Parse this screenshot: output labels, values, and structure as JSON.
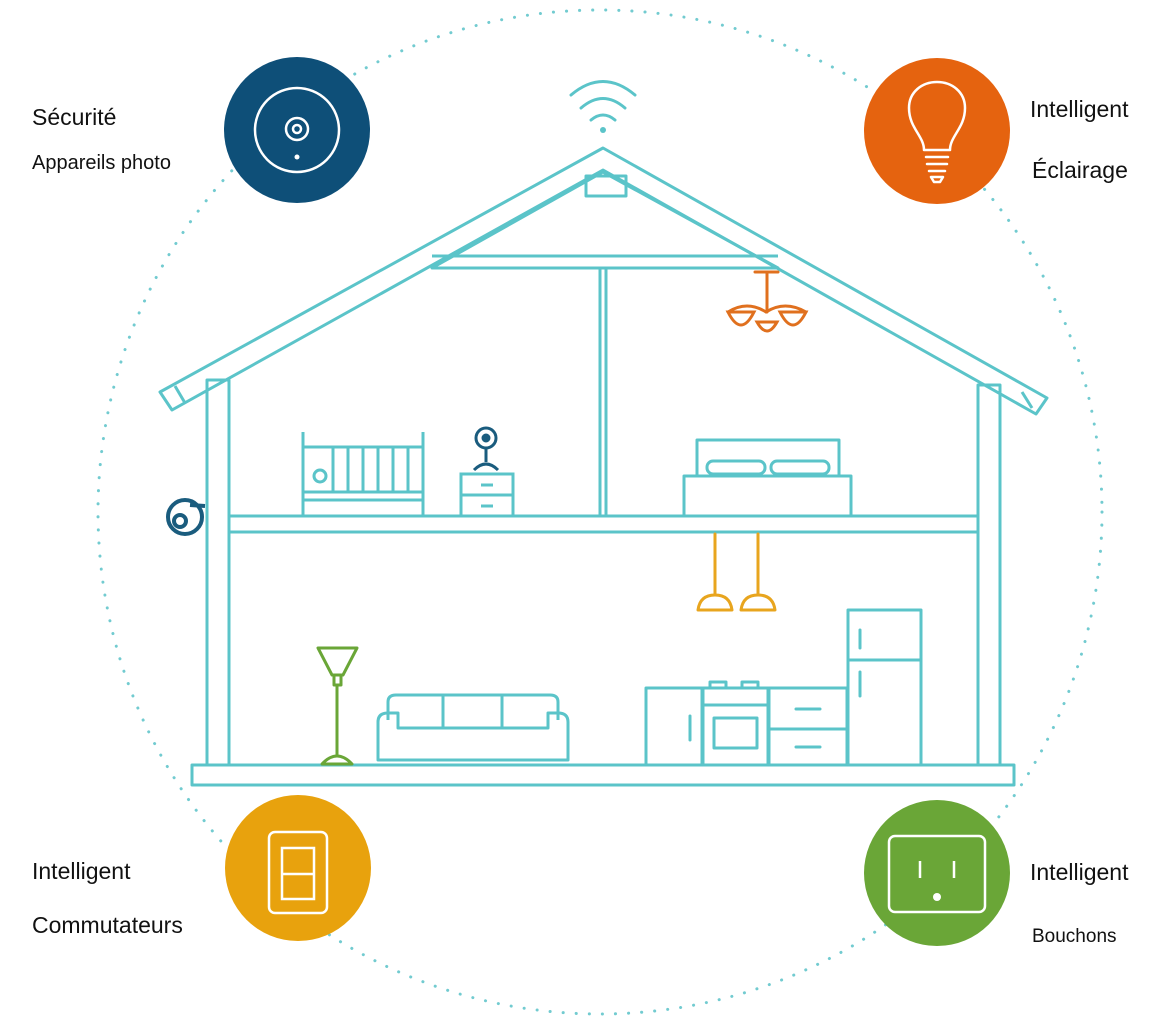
{
  "colors": {
    "outline": "#5bc4c9",
    "dots": "#72cbd0",
    "security": "#0e4f78",
    "lighting": "#e5630f",
    "switches": "#e8a20d",
    "plugs": "#6aa637",
    "chandelier": "#e0701e",
    "pendants": "#e8a51e",
    "lamp": "#6aa637",
    "wall_camera": "#1a5c7e",
    "baby_camera": "#1a5c7e"
  },
  "icons": {
    "security": "camera-icon",
    "lighting": "light-bulb-icon",
    "switches": "light-switch-icon",
    "plugs": "power-outlet-icon",
    "wifi": "wifi-icon"
  },
  "labels": {
    "security_line1": "Sécurité",
    "security_line2": "Appareils photo",
    "lighting_line1": "Intelligent",
    "lighting_line2": "Éclairage",
    "switches_line1": "Intelligent",
    "switches_line2": "Commutateurs",
    "plugs_line1": "Intelligent",
    "plugs_line2": "Bouchons"
  }
}
